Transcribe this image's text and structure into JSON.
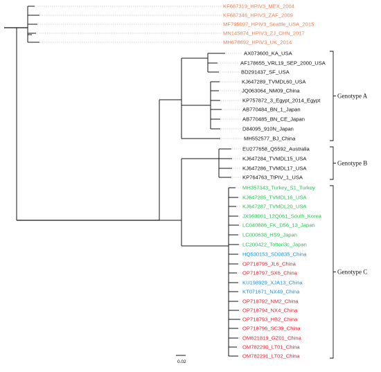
{
  "tree": {
    "leaves": [
      {
        "id": "hpiv3-mex",
        "label": "KF687319_HPIV3_MEX_2004",
        "color": "#ee7b4f"
      },
      {
        "id": "hpiv3-zaf",
        "label": "KF687346_HPIV3_ZAF_2009",
        "color": "#ee7b4f"
      },
      {
        "id": "hpiv3-seattle",
        "label": "MF795097_HPIV3_Seattle_USA_2015",
        "color": "#ee7b4f"
      },
      {
        "id": "hpiv3-zj",
        "label": "MN145874_HPIV3_ZJ_CHN_2017",
        "color": "#ee7b4f"
      },
      {
        "id": "hpiv3-uk",
        "label": "MH678692_HPIV3_UK_2014",
        "color": "#ee7b4f"
      },
      {
        "id": "ka-usa",
        "label": "AX073600_KA_USA",
        "color": "#111111"
      },
      {
        "id": "vrl19",
        "label": "AF178655_VRL19_SEP_2000_USA",
        "color": "#111111"
      },
      {
        "id": "sf-usa",
        "label": "BD291437_SF_USA",
        "color": "#111111"
      },
      {
        "id": "tvmdl60",
        "label": "KJ647289_TVMDL60_USA",
        "color": "#111111"
      },
      {
        "id": "nm09",
        "label": "JQ063064_NM09_China",
        "color": "#111111"
      },
      {
        "id": "egypt",
        "label": "KP757872_3_Egypt_2014_Egypt",
        "color": "#111111"
      },
      {
        "id": "bn1",
        "label": "AB770484_BN_1_Japan",
        "color": "#111111"
      },
      {
        "id": "bnce",
        "label": "AB770485_BN_CE_Japan",
        "color": "#111111"
      },
      {
        "id": "910n",
        "label": "D84095_910N_Japan",
        "color": "#111111"
      },
      {
        "id": "bj",
        "label": "MH552577_BJ_China",
        "color": "#111111"
      },
      {
        "id": "q5592",
        "label": "EU277658_Q5592_Australia",
        "color": "#111111"
      },
      {
        "id": "tvmdl15",
        "label": "KJ647284_TVMDL15_USA",
        "color": "#111111"
      },
      {
        "id": "tvmdl17",
        "label": "KJ647286_TVMDL17_USA",
        "color": "#111111"
      },
      {
        "id": "ttpiv1",
        "label": "KP764763_TtPIV_1_USA",
        "color": "#111111"
      },
      {
        "id": "turkey-s1",
        "label": "MH357343_Turkey_S1_Turkey",
        "color": "#22c44e"
      },
      {
        "id": "tvmdl16",
        "label": "KJ647285_TVMDL16_USA",
        "color": "#22c44e"
      },
      {
        "id": "tvmdl20",
        "label": "KJ647287_TVMDL20_USA",
        "color": "#22c44e"
      },
      {
        "id": "12q061",
        "label": "JX969001_12Q061_South_Korea",
        "color": "#22c44e"
      },
      {
        "id": "fk-d56",
        "label": "LC040886_FK_D56_13_Japan",
        "color": "#22c44e"
      },
      {
        "id": "hs9",
        "label": "LC000638_HS9_Japan",
        "color": "#22c44e"
      },
      {
        "id": "tottori3c",
        "label": "LC200422_Tottori3c_Japan",
        "color": "#22c44e"
      },
      {
        "id": "sd0835",
        "label": "HQ530153_SD0835_China",
        "color": "#1a8fe0"
      },
      {
        "id": "jl6",
        "label": "OP718795_JL6_China",
        "color": "#e81c2c"
      },
      {
        "id": "sx6",
        "label": "OP718797_SX6_China",
        "color": "#e81c2c"
      },
      {
        "id": "xja13",
        "label": "KU198929_XJA13_China",
        "color": "#1a8fe0"
      },
      {
        "id": "nx49",
        "label": "KT071671_NX49_China",
        "color": "#1a8fe0"
      },
      {
        "id": "nm2",
        "label": "OP718792_NM2_China",
        "color": "#e81c2c"
      },
      {
        "id": "nx4",
        "label": "OP718794_NX4_China",
        "color": "#e81c2c"
      },
      {
        "id": "hb2",
        "label": "OP718793_HB2_China",
        "color": "#e81c2c"
      },
      {
        "id": "sc39",
        "label": "OP718796_SC39_China",
        "color": "#e81c2c"
      },
      {
        "id": "gz01",
        "label": "OM621819_GZ01_China",
        "color": "#e81c2c"
      },
      {
        "id": "lt01",
        "label": "OM782290_LT01_China",
        "color": "#e81c2c"
      },
      {
        "id": "lt02",
        "label": "OM782291_LT02_China",
        "color": "#e81c2c"
      }
    ],
    "genotypes": [
      {
        "label": "Genotype A",
        "first": 5,
        "last": 14
      },
      {
        "label": "Genotype B",
        "first": 15,
        "last": 18
      },
      {
        "label": "Genotype C",
        "first": 19,
        "last": 37
      }
    ],
    "scale_bar": {
      "label": "0.02"
    }
  }
}
